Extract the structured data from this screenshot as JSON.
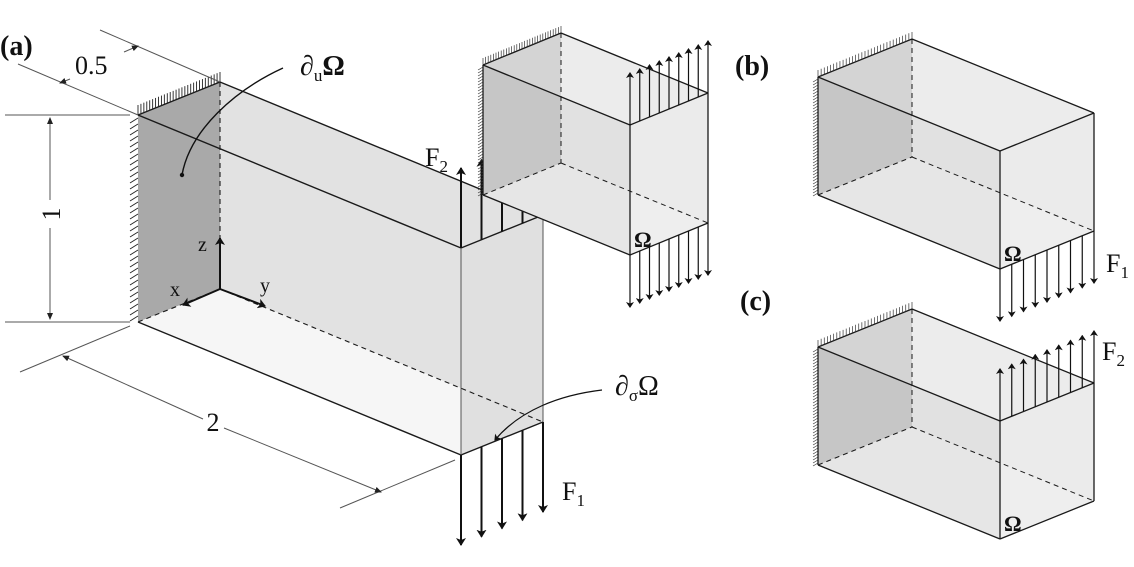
{
  "figure": {
    "panels": [
      {
        "id": "a",
        "label": "(a)"
      },
      {
        "id": "b",
        "label": "(b)"
      },
      {
        "id": "c",
        "label": "(c)"
      }
    ],
    "dimensions": {
      "width": "0.5",
      "height": "1",
      "length": "2"
    },
    "axes": {
      "x": "x",
      "y": "y",
      "z": "z"
    },
    "labels": {
      "dirichlet_boundary": "∂",
      "dirichlet_sub": "u",
      "neumann_boundary": "∂",
      "neumann_sub": "σ",
      "omega": "Ω",
      "force1": "F",
      "force1_sub": "1",
      "force2": "F",
      "force2_sub": "2"
    },
    "colors": {
      "fixed_face": "#a9a9a9",
      "side_face": "#e2e2e2",
      "bottom_face": "#f5f5f5",
      "box_face": "#ececec"
    }
  }
}
